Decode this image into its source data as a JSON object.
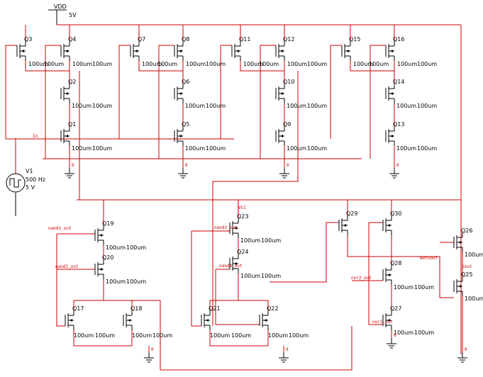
{
  "supply": {
    "name": "VDD",
    "value": "5V"
  },
  "source": {
    "name": "V1",
    "freq": "500 Hz",
    "amp": "5 V"
  },
  "ground_label": "0",
  "net_labels": {
    "in": "In",
    "vcc": "VCC",
    "nand1": "nand1_out",
    "nand2": "nand2_out",
    "nand3": "nand3_out",
    "nand4": "nand4_out",
    "nor2": "nor2_out",
    "nor1": "nor1_out",
    "notvout": "NotVout",
    "vout": "Vout"
  },
  "transistor_size": "100um",
  "transistors": [
    "Q1",
    "Q2",
    "Q3",
    "Q4",
    "Q5",
    "Q6",
    "Q7",
    "Q8",
    "Q9",
    "Q10",
    "Q11",
    "Q12",
    "Q13",
    "Q14",
    "Q15",
    "Q16",
    "Q17",
    "Q18",
    "Q19",
    "Q20",
    "Q21",
    "Q22",
    "Q23",
    "Q24",
    "Q25",
    "Q26",
    "Q27",
    "Q28",
    "Q29",
    "Q30"
  ]
}
